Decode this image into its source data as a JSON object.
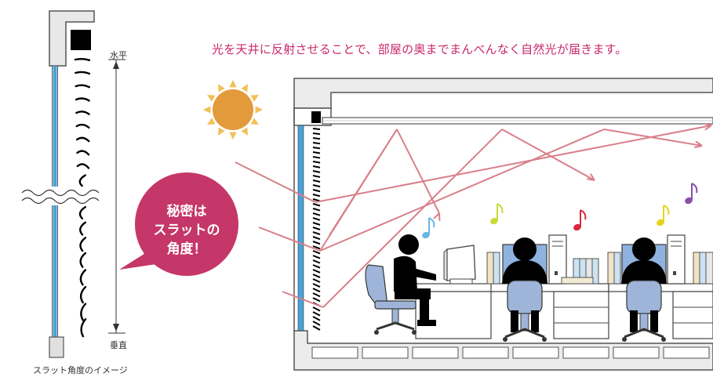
{
  "headline": "光を天井に反射させることで、部屋の奥までまんべんなく自然光が届きます。",
  "bubble": {
    "line1": "秘密は",
    "line2": "スラットの",
    "line3": "角度！"
  },
  "slat_image": {
    "label_horizontal": "水平",
    "label_vertical": "垂直",
    "caption": "スラット角度のイメージ"
  },
  "colors": {
    "accent_text": "#c8286a",
    "bubble": "#c53768",
    "ray": "#d97f8a",
    "glass": "#4aa3d9",
    "sun": "#e39a3a",
    "sun_rays": "#f2c05a",
    "wall": "#555555",
    "note_blue": "#67b6e6",
    "note_yellow": "#c9d93a",
    "note_red": "#d8283b",
    "note_lemon": "#e6d31c",
    "note_purple": "#8a4fa8",
    "chair": "#9eb4d8",
    "monitor_screen": "#8fb2df"
  },
  "icons": [
    "sun-icon",
    "music-note-icon",
    "person-icon",
    "monitor-icon",
    "chair-icon",
    "bookshelf-icon"
  ]
}
